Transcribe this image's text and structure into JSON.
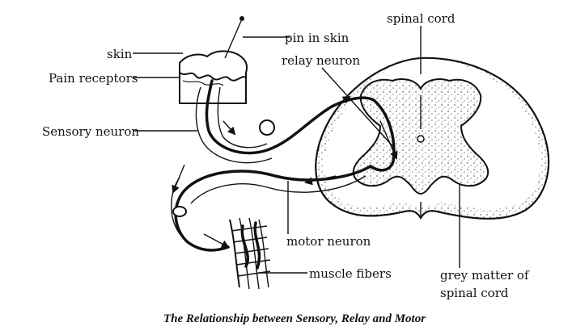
{
  "labels": {
    "pin": "pin in skin",
    "skin": "skin",
    "pain_receptors": "Pain receptors",
    "sensory_neuron": "Sensory neuron",
    "relay_neuron": "relay neuron",
    "spinal_cord": "spinal cord",
    "motor_neuron": "motor neuron",
    "muscle_fibers": "muscle fibers",
    "grey_matter_line1": "grey matter of",
    "grey_matter_line2": "spinal cord"
  },
  "caption": "The Relationship between Sensory, Relay and Motor"
}
